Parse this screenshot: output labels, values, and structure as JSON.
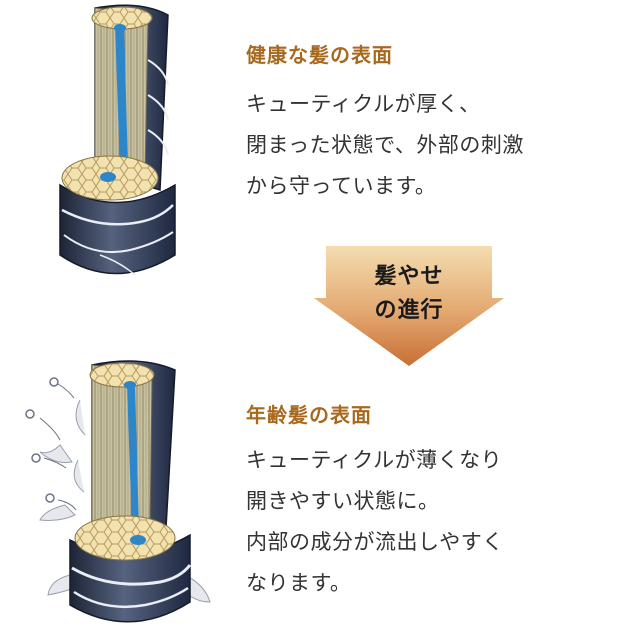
{
  "healthy": {
    "title": "健康な髪の表面",
    "lines": [
      "キューティクルが厚く、",
      "閉まった状態で、外部の刺激",
      "から守っています。"
    ]
  },
  "arrow": {
    "lines": [
      "髪やせ",
      "の進行"
    ]
  },
  "aging": {
    "title": "年齢髪の表面",
    "lines": [
      "キューティクルが薄くなり",
      "開きやすい状態に。",
      "内部の成分が流出しやすく",
      "なります。"
    ]
  },
  "colors": {
    "title": "#a8691f",
    "body_text": "#333333",
    "arrow_top": "#f3d6a3",
    "arrow_bottom": "#cf7a3a",
    "cuticle": "#2f3a52",
    "cortex": "#c9c2a0",
    "medulla": "#2d86c9",
    "cell": "#f2e2b0"
  }
}
